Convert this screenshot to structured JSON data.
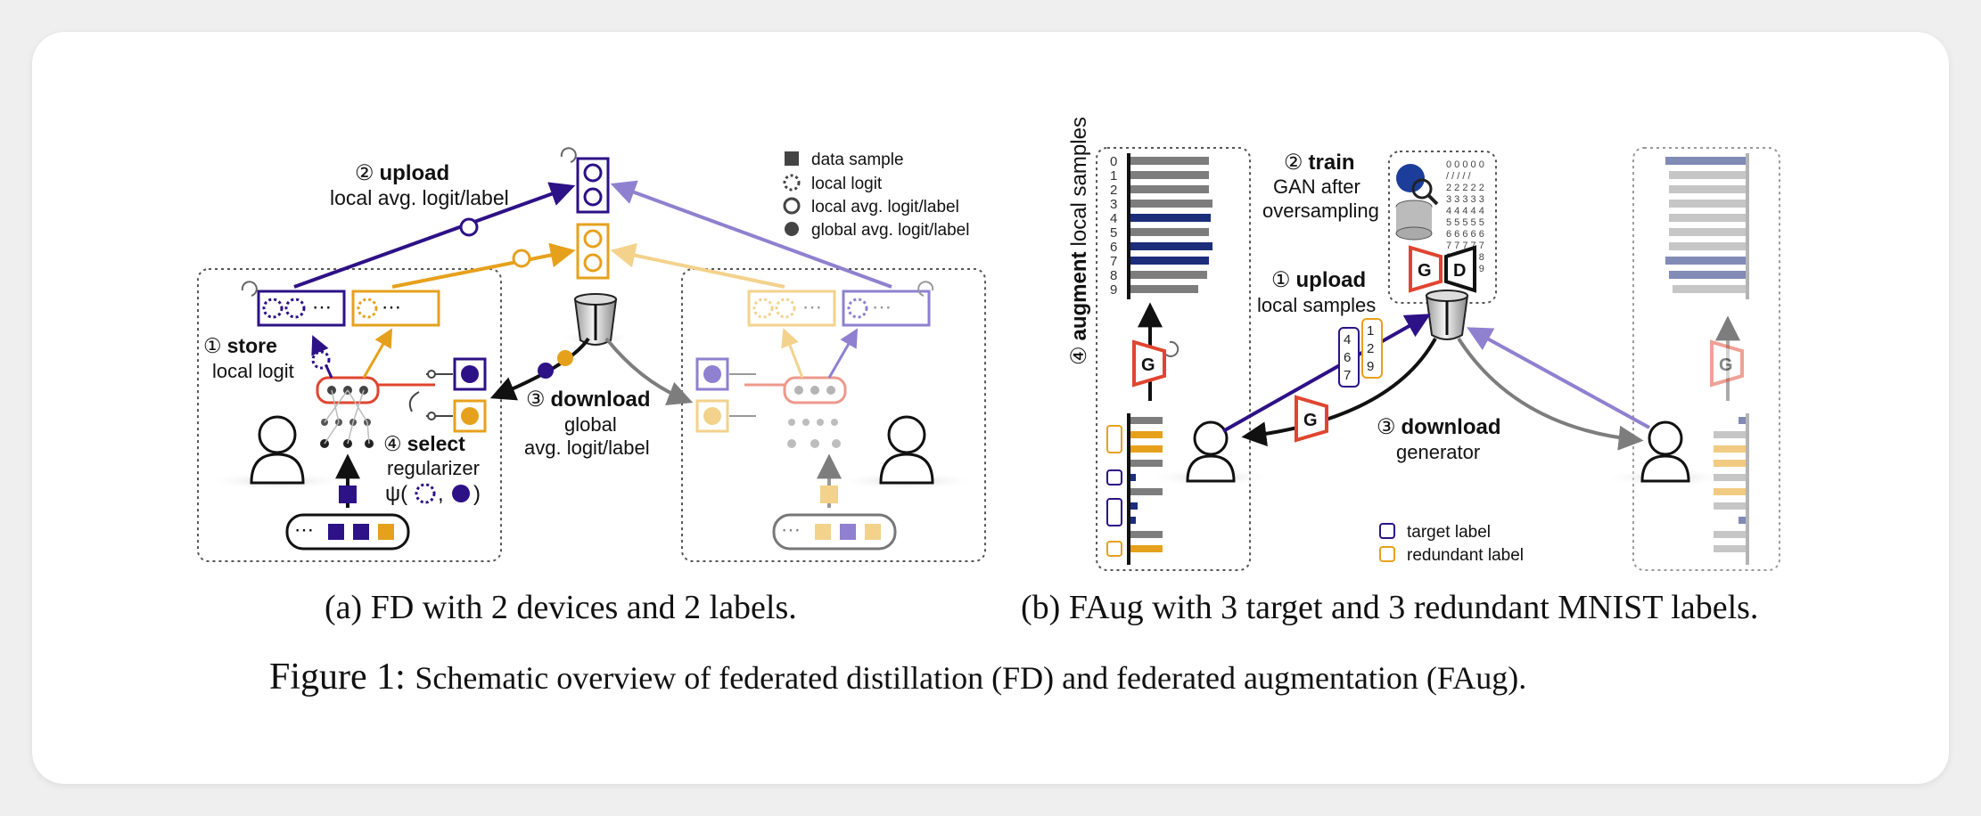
{
  "panel_a": {
    "upload_num": "②",
    "upload_title": "upload",
    "upload_sub": "local avg. logit/label",
    "store_num": "①",
    "store_title": "store",
    "store_sub": "local logit",
    "download_num": "③",
    "download_title": "download",
    "download_sub1": "global",
    "download_sub2": "avg. logit/label",
    "select_num": "④",
    "select_title": "select",
    "select_sub": "regularizer",
    "psi_left": "ψ(",
    "psi_comma": ",",
    "psi_right": ")",
    "legend": {
      "data_sample": "data sample",
      "local_logit": "local logit",
      "local_avg": "local avg. logit/label",
      "global_avg": "global avg. logit/label"
    }
  },
  "panel_b": {
    "augment_num": "④",
    "augment_title": "augment",
    "augment_sub": "local samples",
    "train_num": "②",
    "train_title": "train",
    "train_sub1": "GAN after",
    "train_sub2": "oversampling",
    "upload_num": "①",
    "upload_title": "upload",
    "upload_sub": "local samples",
    "download_num": "③",
    "download_title": "download",
    "download_sub": "generator",
    "G": "G",
    "D": "D",
    "legend_target": "target label",
    "legend_redundant": "redundant label"
  },
  "captions": {
    "a_label": "(a)",
    "a_text": "FD with 2 devices and 2 labels.",
    "b_label": "(b)",
    "b_text": "FAug with 3 target and 3 redundant MNIST labels.",
    "figure_label": "Figure 1:",
    "figure_text": "Schematic overview of federated distillation (FD) and federated augmentation (FAug)."
  },
  "colors": {
    "purple": "#2d1186",
    "orange": "#e6a11c",
    "lavender": "#8f80d0",
    "light_orange": "#f3d28c",
    "gray": "#7d7d7d",
    "red": "#e0452f",
    "navy_bar": "#1c2d7a"
  }
}
